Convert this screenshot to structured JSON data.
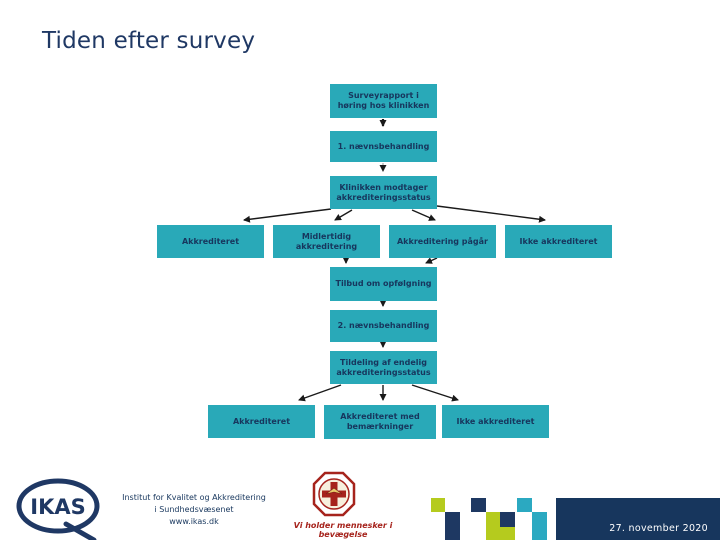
{
  "slide": {
    "title": "Tiden efter survey",
    "date": "27. november 2020"
  },
  "flowchart": {
    "boxes": [
      {
        "id": "survey-report",
        "label": "Surveyrapport i høring hos klinikken"
      },
      {
        "id": "first-board",
        "label": "1. nævnsbehandling"
      },
      {
        "id": "clinic-status",
        "label": "Klinikken modtager akkrediteringsstatus"
      },
      {
        "id": "accredited-1",
        "label": "Akkrediteret"
      },
      {
        "id": "temporary-accred",
        "label": "Midlertidig akkreditering"
      },
      {
        "id": "accred-ongoing",
        "label": "Akkreditering pågår"
      },
      {
        "id": "not-accredited-1",
        "label": "Ikke akkrediteret"
      },
      {
        "id": "followup-offer",
        "label": "Tilbud om opfølgning"
      },
      {
        "id": "second-board",
        "label": "2. nævnsbehandling"
      },
      {
        "id": "final-status",
        "label": "Tildeling af endelig akkrediteringsstatus"
      },
      {
        "id": "accredited-2",
        "label": "Akkrediteret"
      },
      {
        "id": "accredited-remarks",
        "label": "Akkrediteret med bemærkninger"
      },
      {
        "id": "not-accredited-2",
        "label": "Ikke akkrediteret"
      }
    ]
  },
  "footer": {
    "ikas_logo_text": "IKAS",
    "org_line1": "Institut for Kvalitet og Akkreditering",
    "org_line2": "i Sundhedsvæsenet",
    "org_line3": "www.ikas.dk",
    "motto": "Vi holder mennesker i bevægelse"
  },
  "colors": {
    "box_fill": "#29A9B8",
    "box_text": "#17365D",
    "title_text": "#1F3864",
    "navy": "#17365D",
    "mosaic_lime": "#B5CB1E",
    "mosaic_navy": "#1E3862",
    "mosaic_cyan": "#2BA9C1",
    "emblem_red": "#A6231C",
    "arrow_black": "#1a1a1a"
  }
}
